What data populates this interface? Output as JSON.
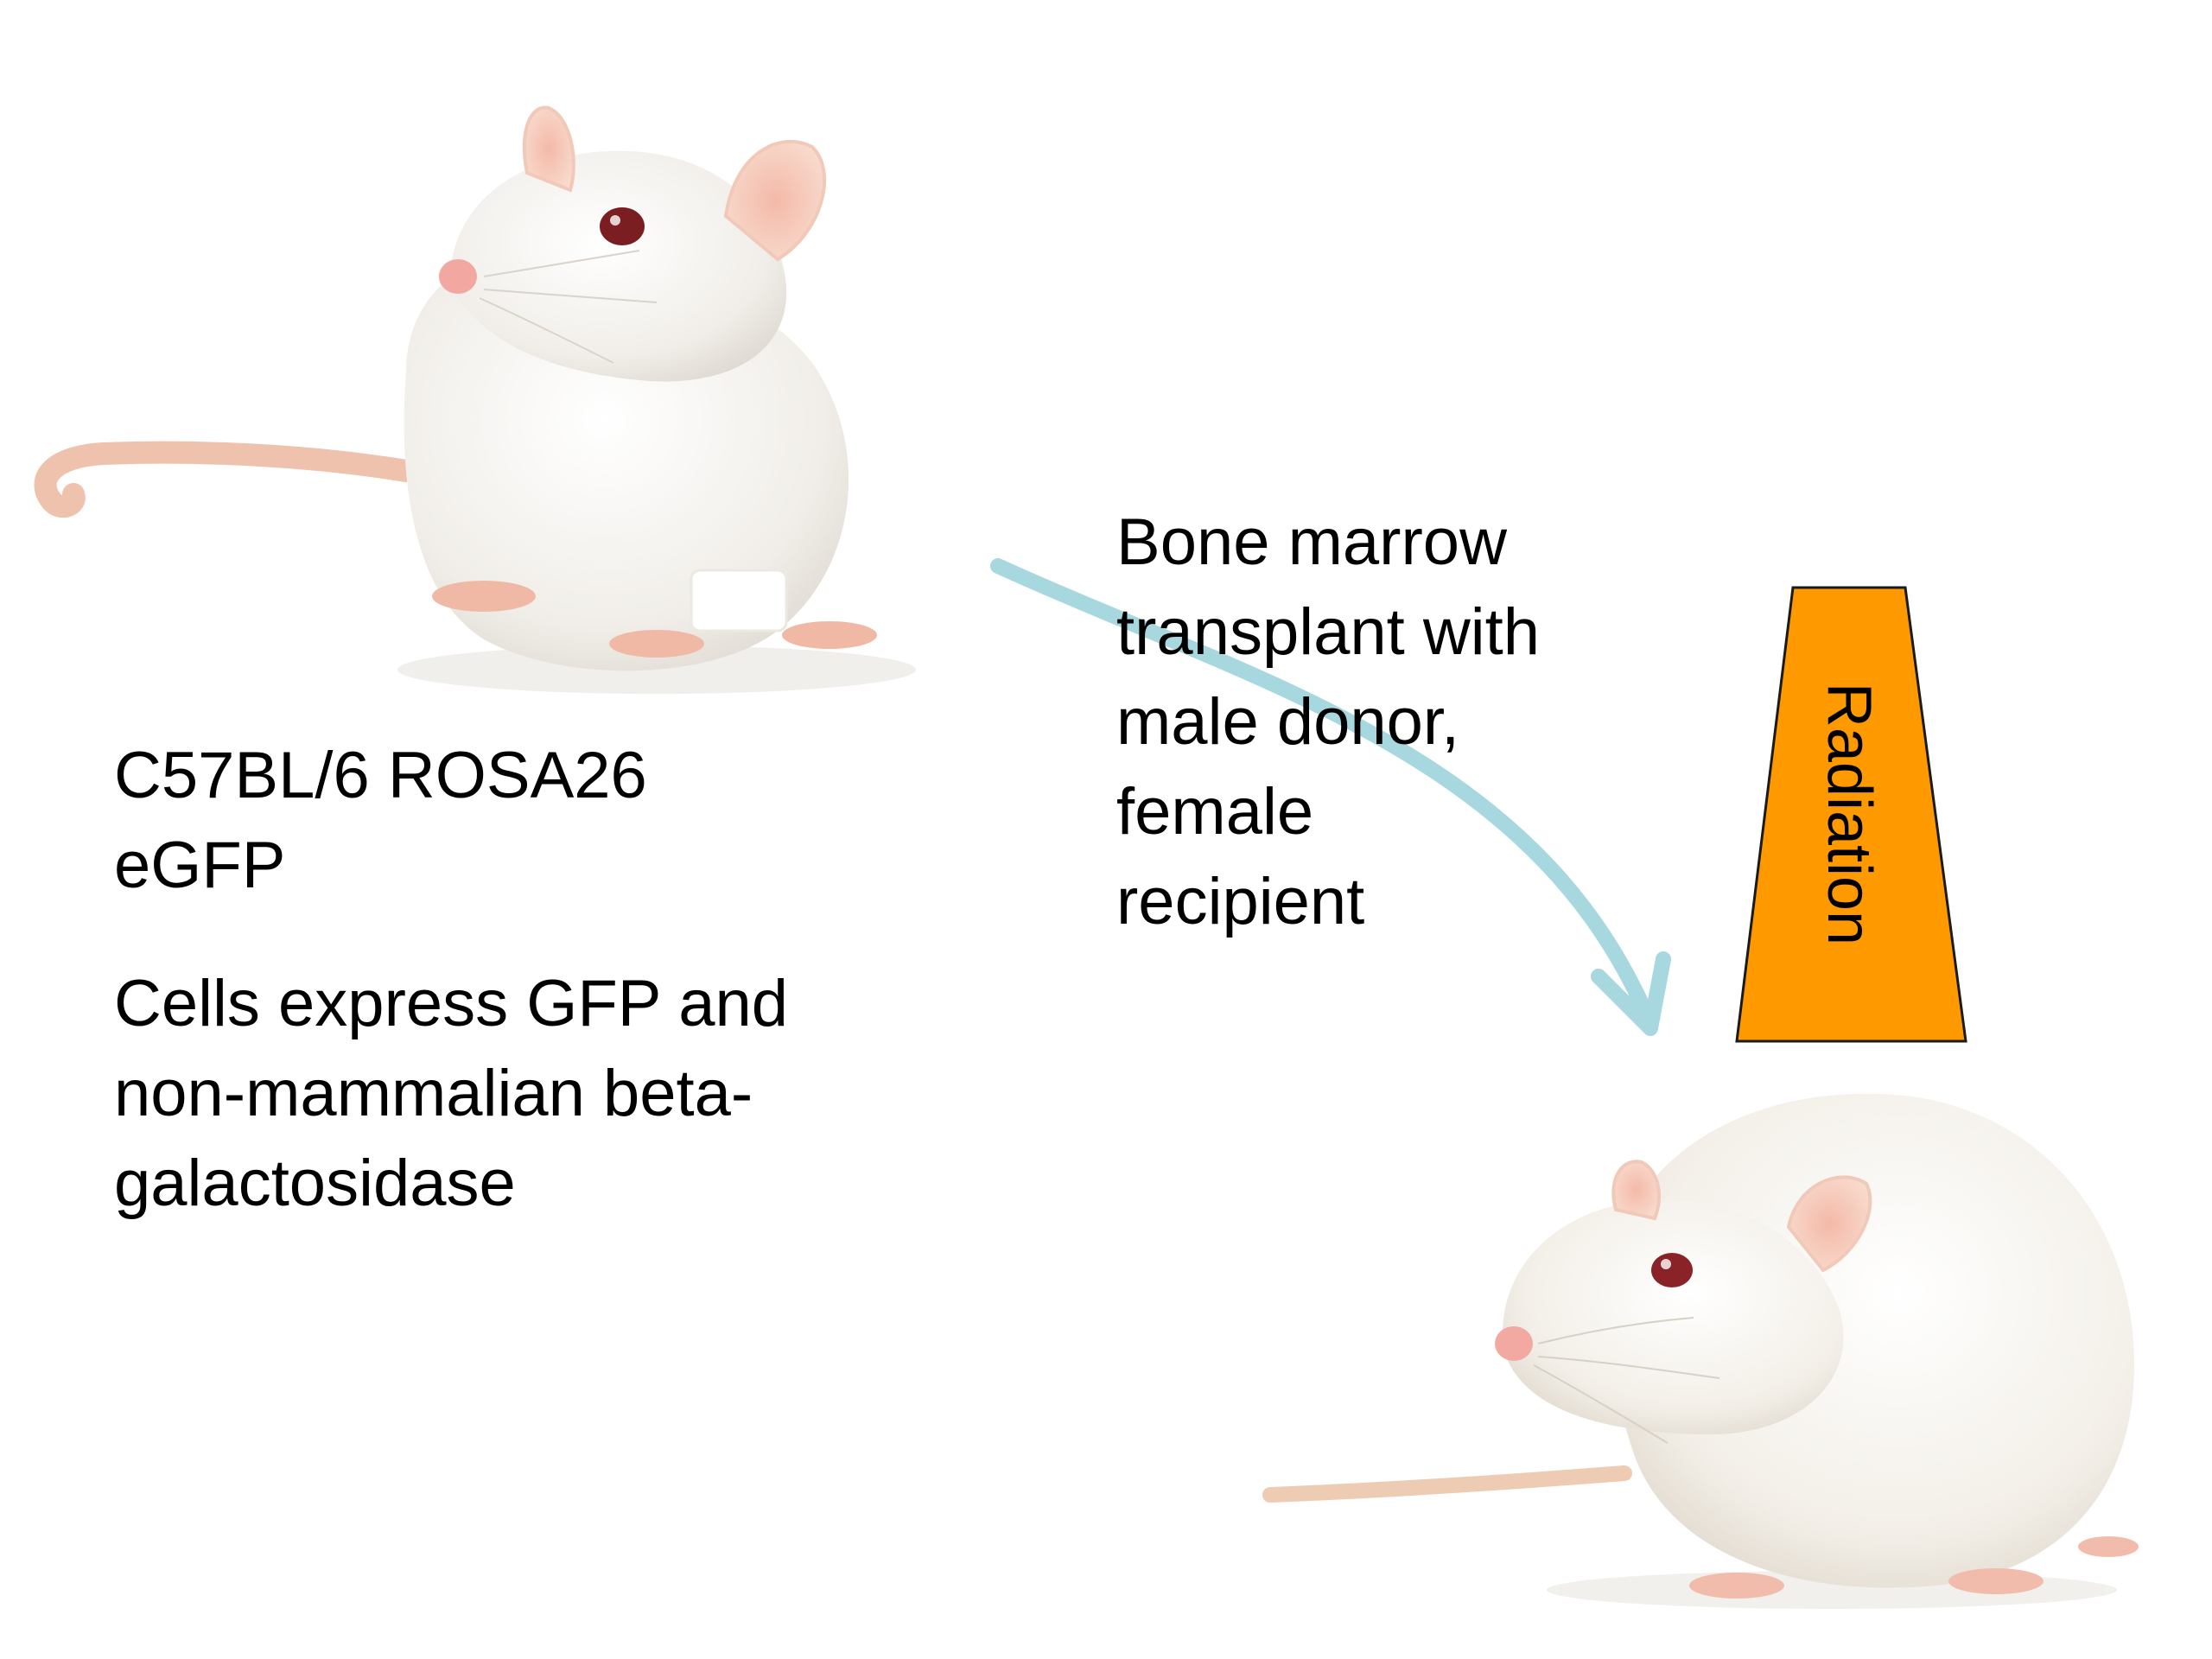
{
  "donor": {
    "strain_lines": [
      "C57BL/6 ROSA26",
      "eGFP"
    ],
    "description_lines": [
      "Cells express GFP and",
      "non-mammalian beta-",
      "galactosidase"
    ]
  },
  "procedure": {
    "lines": [
      "Bone marrow",
      "transplant with",
      "male donor,",
      "female",
      "recipient"
    ]
  },
  "radiation": {
    "label": "Radiation",
    "fill_color": "#ff9900",
    "stroke_color": "#1a1a1a"
  },
  "arrow": {
    "color": "#a8d8df"
  },
  "images": {
    "donor_mouse": "white-mouse-illustration",
    "recipient_rat": "white-rat-illustration"
  }
}
